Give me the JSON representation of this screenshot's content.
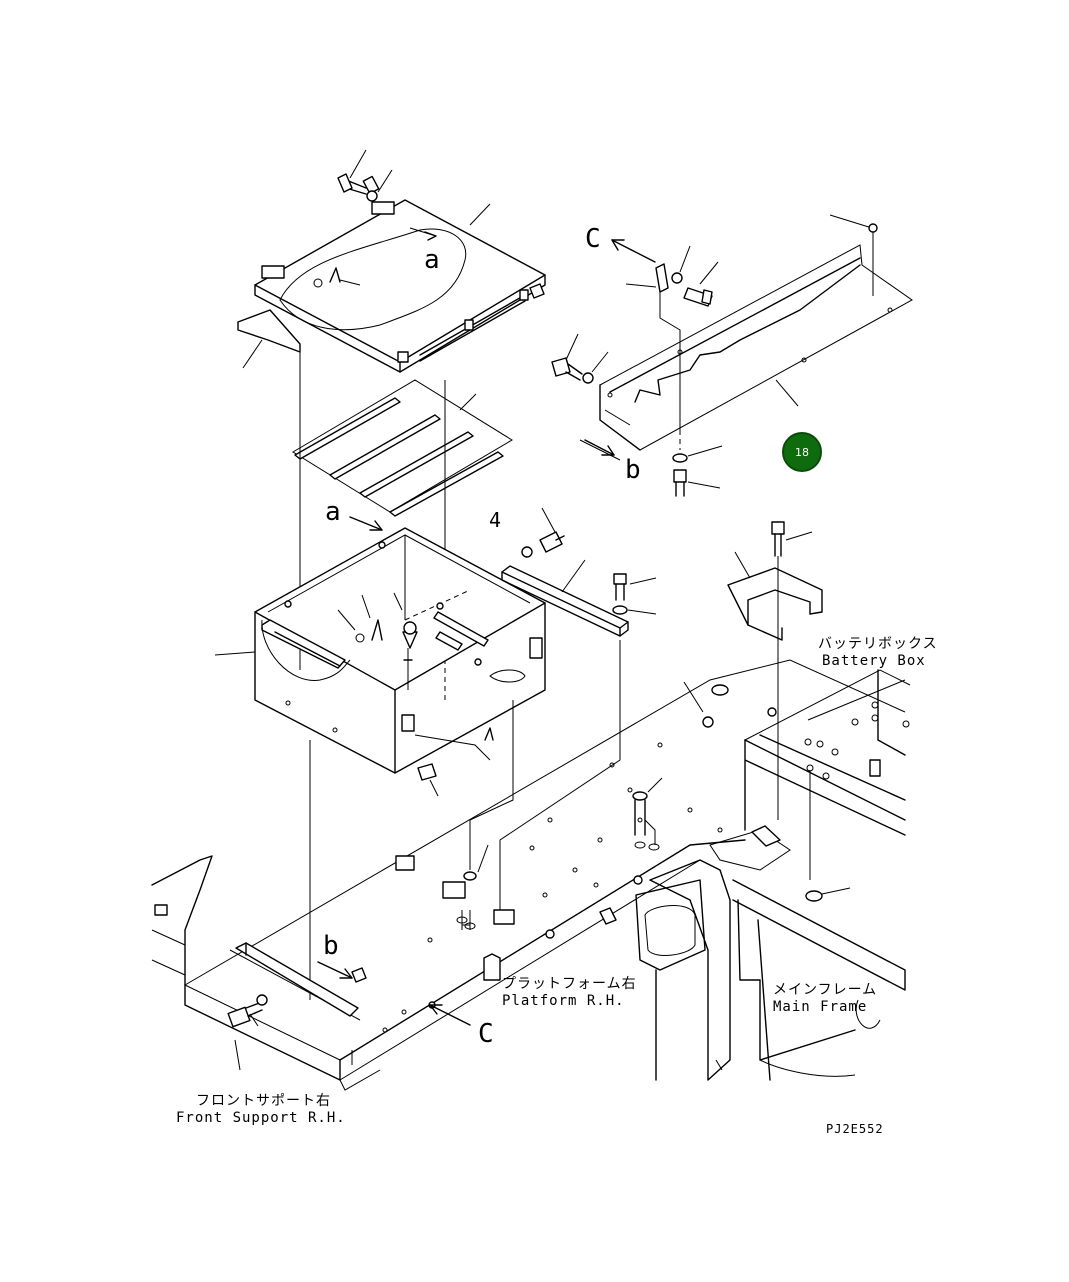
{
  "drawing_code": "PJ2E552",
  "callout": {
    "number": "18",
    "color": "#0e6b0e"
  },
  "reference_letters": {
    "a1": "a",
    "a2": "a",
    "b1": "b",
    "b2": "b",
    "c1": "C",
    "c2": "C",
    "part4": "4"
  },
  "labels": {
    "battery_box_jp": "バッテリボックス",
    "battery_box_en": "Battery Box",
    "platform_jp": "プラットフォーム右",
    "platform_en": "Platform R.H.",
    "main_frame_jp": "メインフレーム",
    "main_frame_en": "Main Frame",
    "front_support_jp": "フロントサポート右",
    "front_support_en": "Front Support R.H."
  }
}
